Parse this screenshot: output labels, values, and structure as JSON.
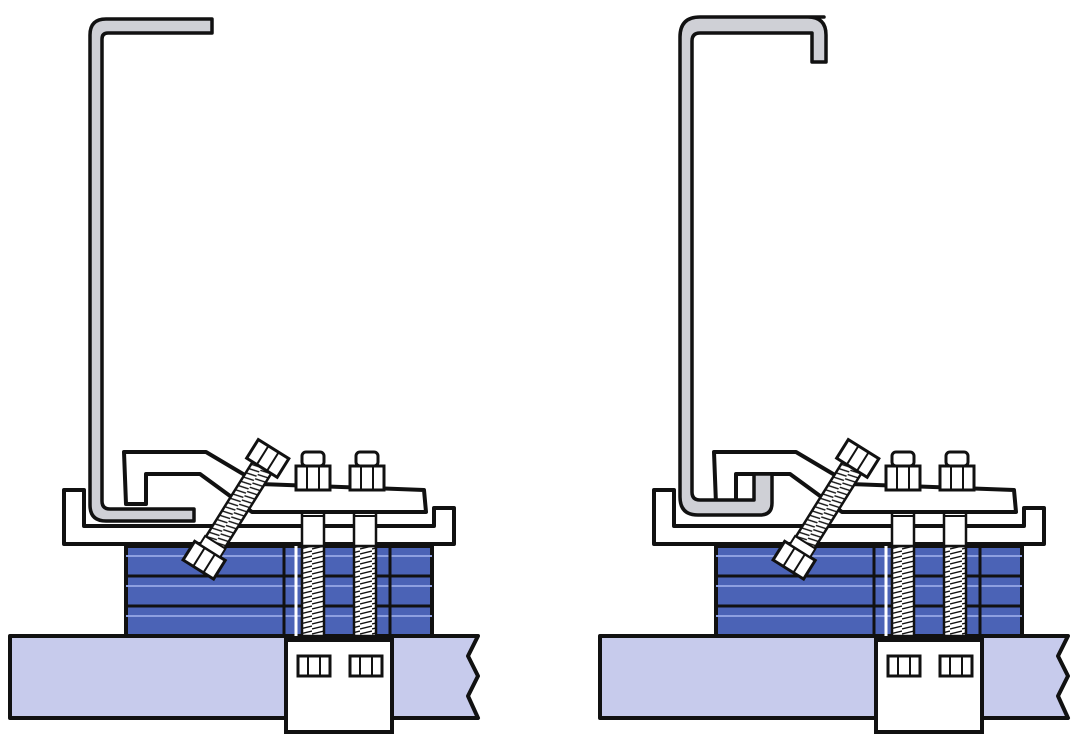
{
  "diagram": {
    "panels": [
      {
        "id": "left",
        "section_profile": "c-section-plain-lip"
      },
      {
        "id": "right",
        "section_profile": "c-section-hooked-lip"
      }
    ],
    "colors": {
      "outline": "#111111",
      "steel_section": "#cfd0d6",
      "block_blue": "#4b63b6",
      "block_blue_light": "#5c76c8",
      "beam_fill": "#c7cbec",
      "plate_fill": "#ffffff",
      "bolt_fill": "#cfd0d6",
      "background": "#ffffff"
    },
    "icons": [
      "c-section-purlin",
      "cleat-bracket",
      "base-plate",
      "packer-blocks",
      "anchor-bolt",
      "hex-nut",
      "supporting-beam",
      "break-line",
      "clamp-block"
    ]
  }
}
